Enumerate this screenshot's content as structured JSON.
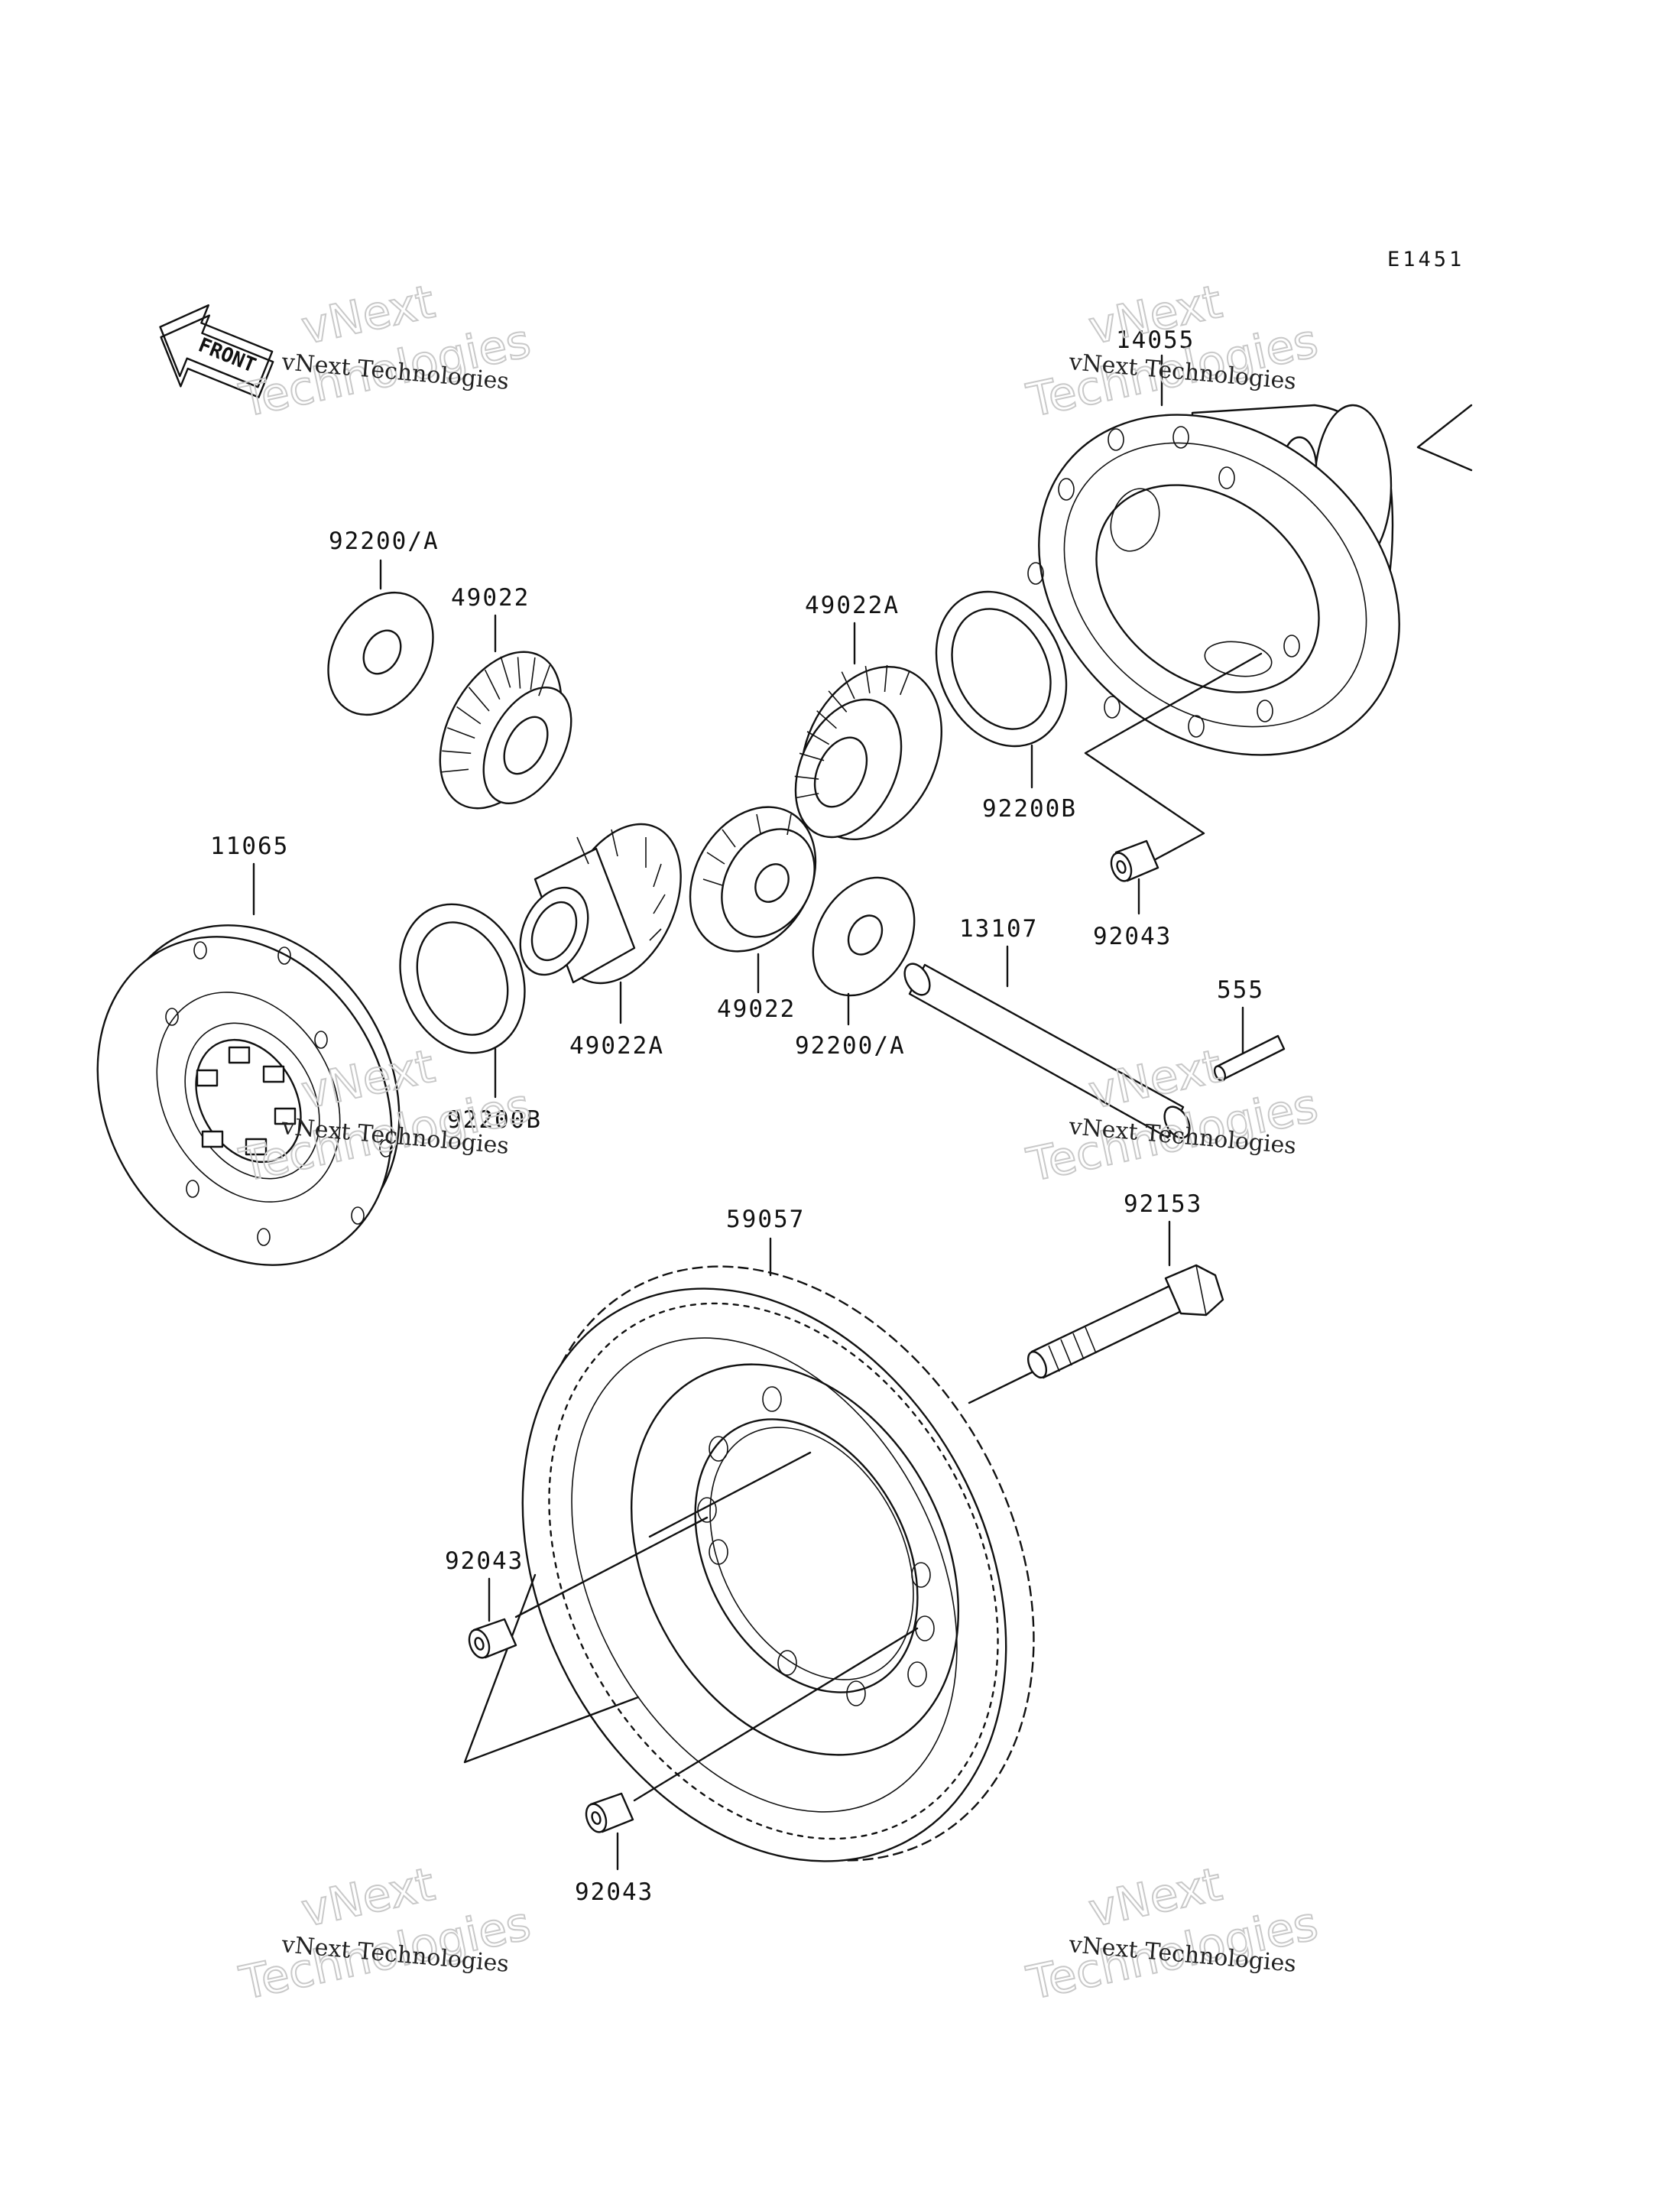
{
  "diagram_code": "E1451",
  "front_arrow": {
    "label": "FRONT",
    "icon": "front-arrow-icon"
  },
  "watermark": {
    "company": "vNext Technologies",
    "line1": "vNext",
    "line2": "Technologies"
  },
  "parts": {
    "p14055": "14055",
    "p92200a_top": "92200/A",
    "p49022_top": "49022",
    "p49022a_top": "49022A",
    "p92200b_right": "92200B",
    "p92043_right": "92043",
    "p11065": "11065",
    "p92200b_left": "92200B",
    "p49022a_mid": "49022A",
    "p49022_mid": "49022",
    "p92200a_mid": "92200/A",
    "p13107": "13107",
    "p555": "555",
    "p92153": "92153",
    "p59057": "59057",
    "p92043_left": "92043",
    "p92043_bottom": "92043"
  }
}
